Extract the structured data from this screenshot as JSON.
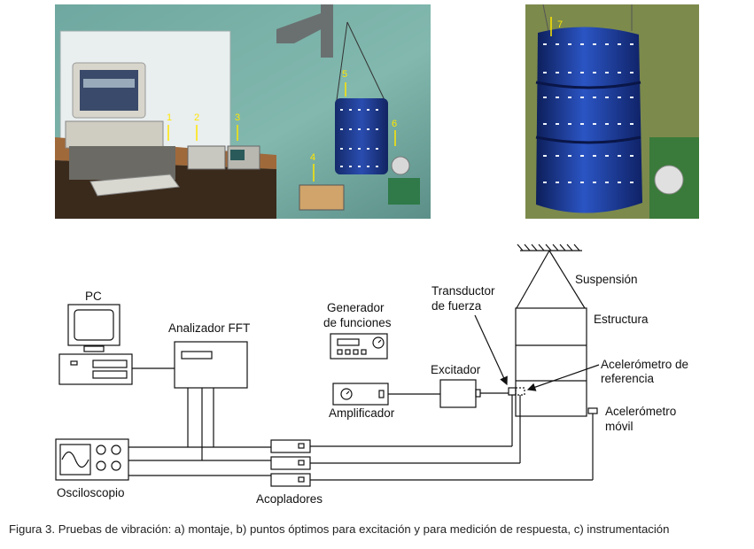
{
  "photo_left": {
    "markers": [
      "1",
      "2",
      "3",
      "4",
      "5",
      "6"
    ]
  },
  "photo_right": {
    "markers": [
      "7"
    ]
  },
  "diagram": {
    "pc": "PC",
    "fft": "Analizador FFT",
    "generator_line1": "Generador",
    "generator_line2": "de funciones",
    "amplifier": "Amplificador",
    "exciter": "Excitador",
    "force_transducer_line1": "Transductor",
    "force_transducer_line2": "de fuerza",
    "suspension": "Suspensión",
    "structure": "Estructura",
    "ref_accel_line1": "Acelerómetro de",
    "ref_accel_line2": "referencia",
    "mobile_accel_line1": "Acelerómetro",
    "mobile_accel_line2": "móvil",
    "oscilloscope": "Osciloscopio",
    "couplers": "Acopladores"
  },
  "caption": "Figura 3. Pruebas de vibración: a) montaje,  b) puntos óptimos para excitación y para medición de respuesta, c) instrumentación"
}
